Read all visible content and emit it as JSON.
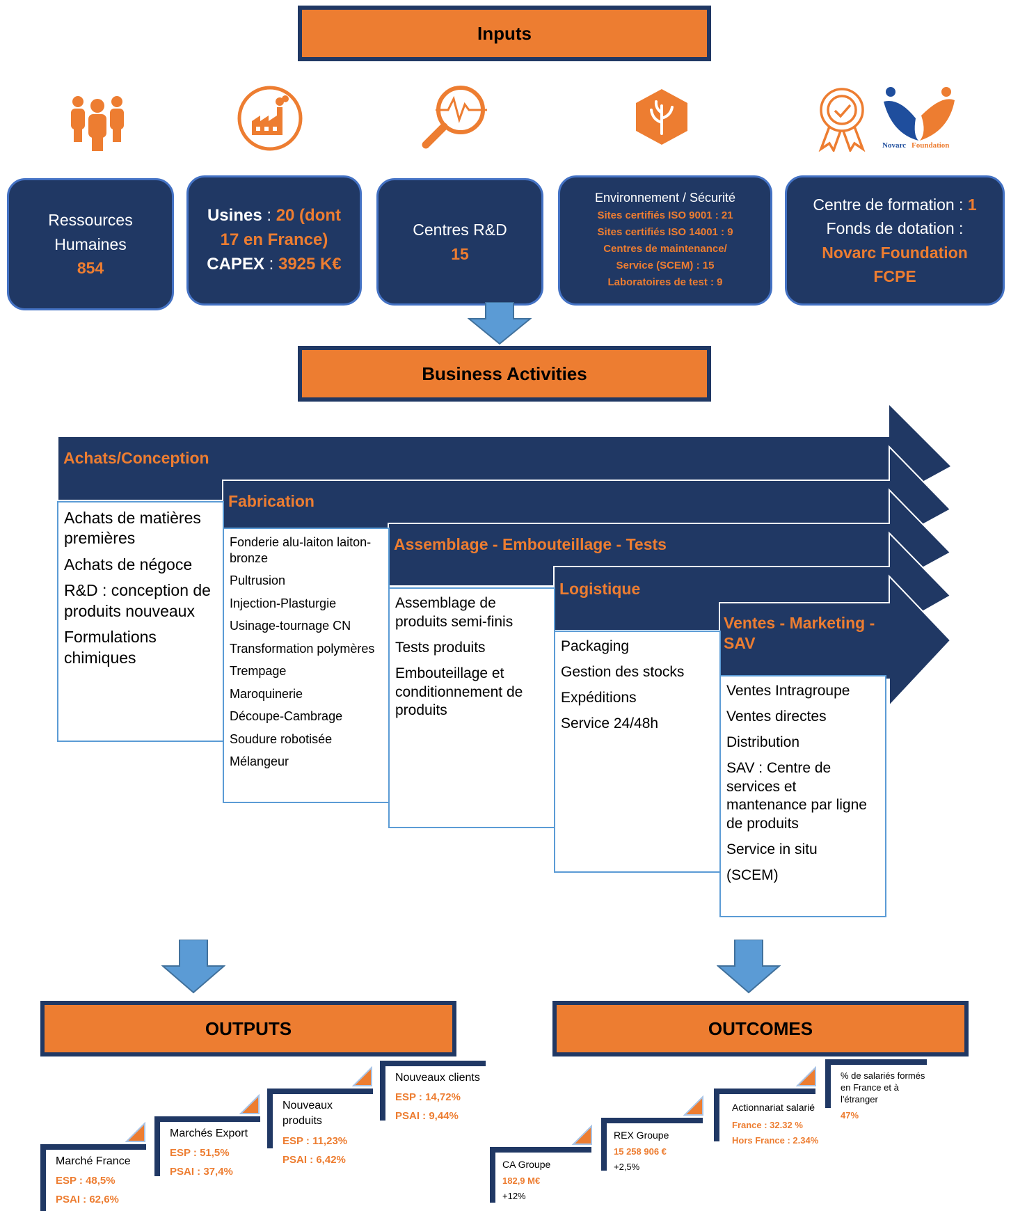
{
  "inputs_header": "Inputs",
  "business_header": "Business Activities",
  "outputs_header": "OUTPUTS",
  "outcomes_header": "OUTCOMES",
  "logo_text": "Novarc Foundation",
  "inputs": {
    "hr": {
      "line1": "Ressources",
      "line2": "Humaines",
      "value": "854"
    },
    "plants": {
      "usines_label": "Usines",
      "usines_value_1": "20 (dont",
      "usines_value_2": "17 en France)",
      "capex_label": "CAPEX",
      "capex_value": "3925 K€"
    },
    "rd": {
      "label": "Centres R&D",
      "value": "15"
    },
    "env": {
      "title": "Environnement / Sécurité",
      "l1": "Sites certifiés ISO 9001 : 21",
      "l2": "Sites certifiés ISO 14001 : 9",
      "l3": "Centres de maintenance/",
      "l4": "Service (SCEM) : 15",
      "l5": "Laboratoires de test : 9"
    },
    "training": {
      "l1": "Centre de formation : ",
      "l1v": "1",
      "l2": "Fonds de dotation :",
      "l3": "Novarc Foundation",
      "l4": "FCPE"
    }
  },
  "stages": [
    {
      "title": "Achats/Conception",
      "items": [
        "Achats de matières premières",
        "Achats de négoce",
        "R&D : conception de produits nouveaux",
        "Formulations chimiques"
      ]
    },
    {
      "title": "Fabrication",
      "items": [
        "Fonderie alu-laiton laiton-bronze",
        "Pultrusion",
        "Injection-Plasturgie",
        "Usinage-tournage CN",
        "Transformation polymères",
        "Trempage",
        "Maroquinerie",
        "Découpe-Cambrage",
        "Soudure robotisée",
        "Mélangeur"
      ]
    },
    {
      "title": "Assemblage - Embouteillage - Tests",
      "items": [
        "Assemblage de produits semi-finis",
        "Tests produits",
        "Embouteillage et conditionnement de produits"
      ]
    },
    {
      "title": "Logistique",
      "items": [
        "Packaging",
        "Gestion des stocks",
        "Expéditions",
        "Service 24/48h"
      ]
    },
    {
      "title": "Ventes - Marketing - SAV",
      "items": [
        "Ventes Intragroupe",
        "Ventes directes",
        "Distribution",
        "SAV : Centre de services et mantenance par ligne de produits",
        "Service in situ",
        "(SCEM)"
      ]
    }
  ],
  "outputs": [
    {
      "label": "Marché France",
      "l1": "ESP : 48,5%",
      "l2": "PSAI : 62,6%"
    },
    {
      "label": "Marchés Export",
      "l1": "ESP : 51,5%",
      "l2": "PSAI : 37,4%"
    },
    {
      "label": "Nouveaux produits",
      "l1": "ESP : 11,23%",
      "l2": "PSAI : 6,42%"
    },
    {
      "label": "Nouveaux clients",
      "l1": "ESP : 14,72%",
      "l2": "PSAI : 9,44%"
    }
  ],
  "outcomes": [
    {
      "label": "CA Groupe",
      "l1": "182,9 M€",
      "l2": "+12%"
    },
    {
      "label": "REX Groupe",
      "l1": "15 258 906 €",
      "l2": "+2,5%"
    },
    {
      "label": "Actionnariat salarié",
      "l1": "France : 32.32 %",
      "l2": "Hors France : 2.34%"
    },
    {
      "label": "% de salariés formés en France et à l'étranger",
      "l1": "47%",
      "l2": ""
    }
  ],
  "colors": {
    "navy": "#203864",
    "orange": "#ED7D31",
    "blue": "#5B9BD5"
  }
}
